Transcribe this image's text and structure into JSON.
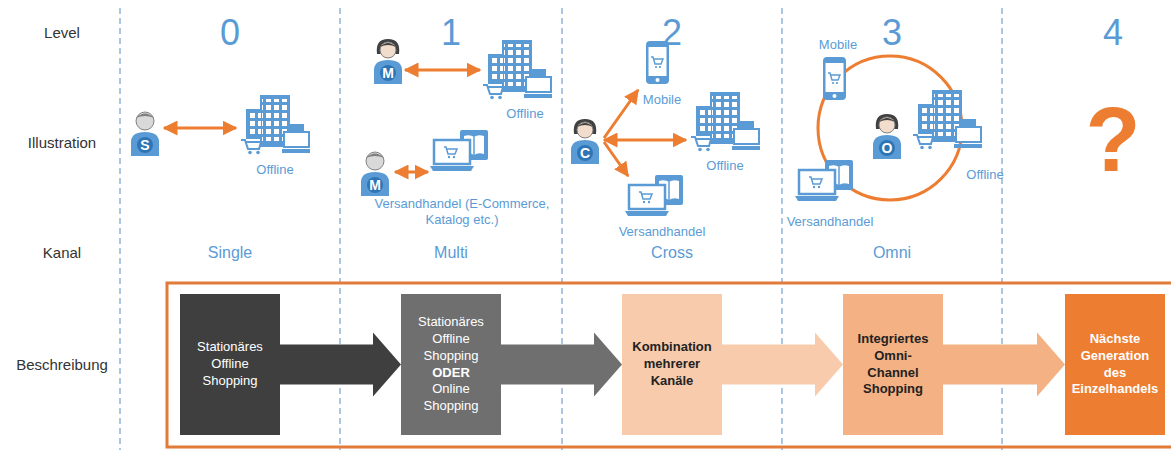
{
  "diagram": {
    "nodes": [
      {
        "text": [
          "Stationäres Offline Shopping"
        ]
      },
      {
        "text": [
          "Stationäres Offline Shopping",
          "ODER",
          "Online Shopping"
        ]
      },
      {
        "text": [
          "Kombination mehrerer Kanäle"
        ]
      },
      {
        "text": [
          "Integriertes Omni-Channel Shopping"
        ]
      },
      {
        "text": [
          "Nächste Generation des Einzelhandels"
        ]
      }
    ],
    "edges": [
      {
        "from": 0,
        "to": 1,
        "arrow": "to"
      },
      {
        "from": 1,
        "to": 2,
        "arrow": "to"
      },
      {
        "from": 2,
        "to": 3,
        "arrow": "to"
      },
      {
        "from": 3,
        "to": 4,
        "arrow": "to"
      }
    ],
    "labels": [
      "Level",
      "Illustration",
      "Kanal",
      "Beschreibung",
      "0",
      "1",
      "2",
      "3",
      "4",
      "S",
      "Offline",
      "M",
      "Offline",
      "M",
      "Versandhandel (E-Commerce, Katalog etc.)",
      "C",
      "Mobile",
      "Offline",
      "Versandhandel",
      "Mobile",
      "O",
      "Offline",
      "Versandhandel",
      "?",
      "Single",
      "Multi",
      "Cross",
      "Omni"
    ]
  }
}
